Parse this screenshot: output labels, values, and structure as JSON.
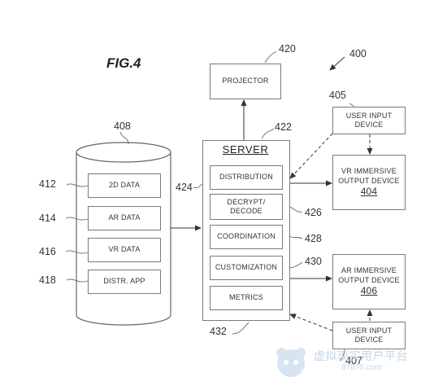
{
  "figure": {
    "title": "FIG.4",
    "ref_number": "400"
  },
  "database": {
    "ref": "408",
    "items": [
      {
        "ref": "412",
        "label": "2D DATA"
      },
      {
        "ref": "414",
        "label": "AR DATA"
      },
      {
        "ref": "416",
        "label": "VR DATA"
      },
      {
        "ref": "418",
        "label": "DISTR. APP"
      }
    ]
  },
  "projector": {
    "ref": "420",
    "label": "PROJECTOR"
  },
  "server": {
    "ref": "422",
    "bottom_ref": "432",
    "title": "SERVER",
    "modules": [
      {
        "ref": "424",
        "label_lines": [
          "DISTRIBUTION"
        ]
      },
      {
        "ref": "426",
        "label_lines": [
          "DECRYPT/",
          "DECODE"
        ]
      },
      {
        "ref": "428",
        "label_lines": [
          "COORDINATION"
        ]
      },
      {
        "ref": "430",
        "label_lines": [
          "CUSTOMIZATION"
        ]
      },
      {
        "ref": "",
        "label_lines": [
          "METRICS"
        ]
      }
    ]
  },
  "user_input_top": {
    "ref": "405",
    "label_lines": [
      "USER INPUT",
      "DEVICE"
    ]
  },
  "vr_device": {
    "label_lines": [
      "VR IMMERSIVE",
      "OUTPUT DEVICE"
    ],
    "number": "404"
  },
  "ar_device": {
    "label_lines": [
      "AR IMMERSIVE",
      "OUTPUT DEVICE"
    ],
    "number": "406"
  },
  "user_input_bottom": {
    "ref": "407",
    "label_lines": [
      "USER INPUT",
      "DEVICE"
    ]
  },
  "watermark": {
    "text": "虚拟现实用户平台",
    "sub": "87870.com"
  }
}
